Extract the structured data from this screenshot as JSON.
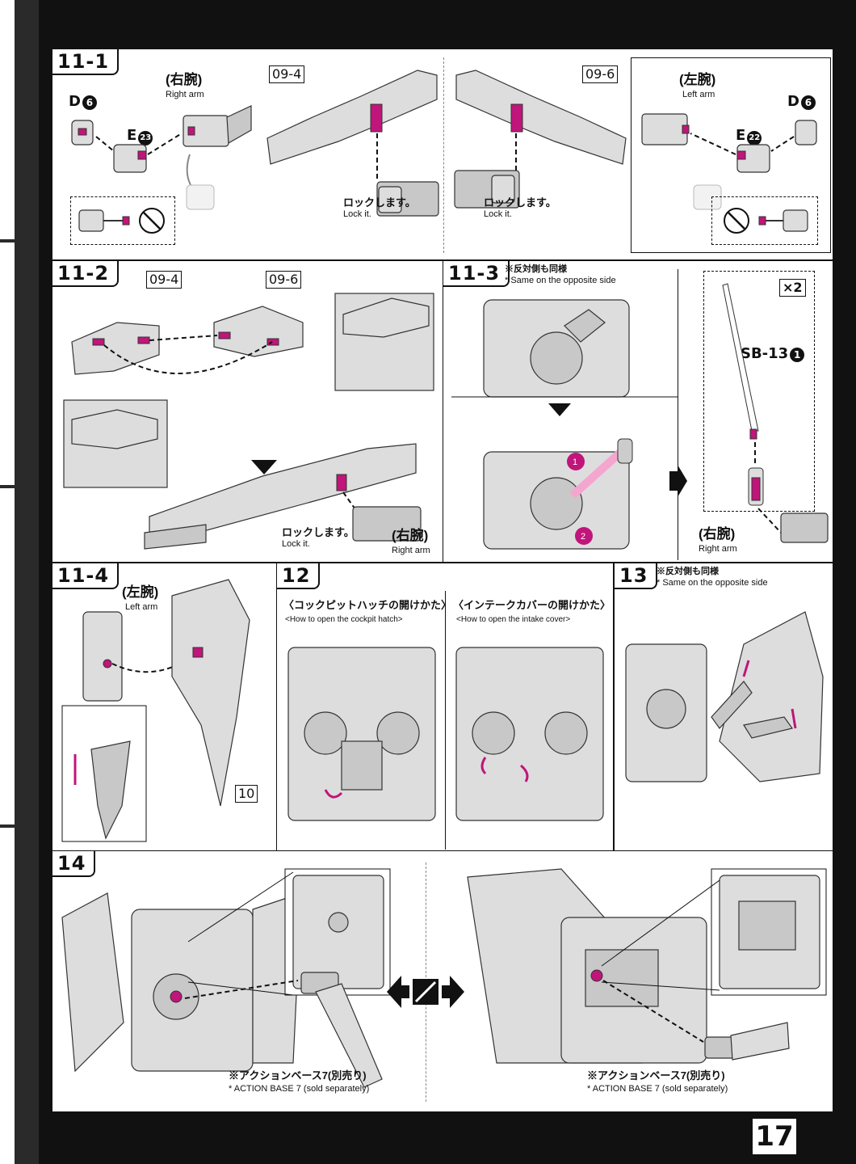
{
  "page_number": "17",
  "steps": {
    "s11_1": {
      "tag": "11-1",
      "left": {
        "arm_jp": "(右腕)",
        "arm_en": "Right arm",
        "part_d": "D",
        "part_d_num": "6",
        "part_e": "E",
        "part_e_num": "23",
        "partno": "09-4",
        "lock_jp": "ロックします。",
        "lock_en": "Lock it."
      },
      "right": {
        "arm_jp": "(左腕)",
        "arm_en": "Left arm",
        "part_d": "D",
        "part_d_num": "6",
        "part_e": "E",
        "part_e_num": "22",
        "partno": "09-6",
        "lock_jp": "ロックします。",
        "lock_en": "Lock it."
      }
    },
    "s11_2": {
      "tag": "11-2",
      "partno_a": "09-4",
      "partno_b": "09-6",
      "lock_jp": "ロックします。",
      "lock_en": "Lock it.",
      "arm_jp": "(右腕)",
      "arm_en": "Right arm"
    },
    "s11_3": {
      "tag": "11-3",
      "note_jp": "※反対側も同様",
      "note_en": "* Same on the opposite side",
      "count": "×2",
      "part": "SB-13",
      "part_num": "1",
      "step1": "1",
      "step2": "2",
      "arm_jp": "(右腕)",
      "arm_en": "Right arm"
    },
    "s11_4": {
      "tag": "11-4",
      "arm_jp": "(左腕)",
      "arm_en": "Left arm",
      "partno": "10"
    },
    "s12": {
      "tag": "12",
      "cockpit_jp": "〈コックピットハッチの開けかた〉",
      "cockpit_en": "<How to open the cockpit hatch>",
      "intake_jp": "〈インテークカバーの開けかた〉",
      "intake_en": "<How to open the intake cover>"
    },
    "s13": {
      "tag": "13",
      "note_jp": "※反対側も同様",
      "note_en": "* Same on the opposite side"
    },
    "s14": {
      "tag": "14",
      "base_jp": "※アクションベース7(別売り)",
      "base_en": "* ACTION BASE 7 (sold separately)",
      "base_jp2": "※アクションベース7(別売り)",
      "base_en2": "* ACTION BASE 7 (sold separately)"
    }
  }
}
